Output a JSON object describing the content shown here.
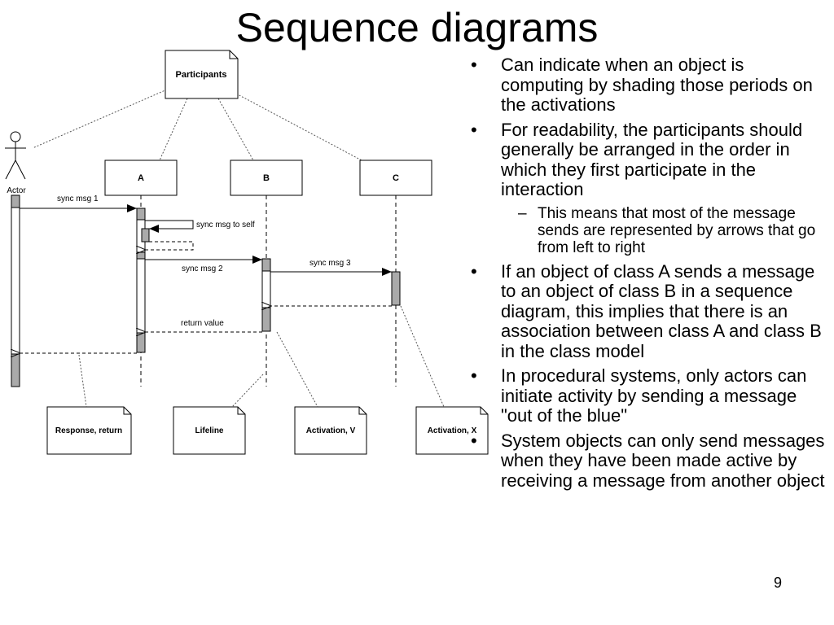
{
  "slide": {
    "title": "Sequence diagrams",
    "page_number": "9"
  },
  "diagram": {
    "participants_note": "Participants",
    "actor_label": "Actor",
    "objects": [
      "A",
      "B",
      "C"
    ],
    "messages": {
      "sync_msg_1": "sync msg 1",
      "sync_msg_to_self": "sync msg to self",
      "sync_msg_2": "sync msg 2",
      "sync_msg_3": "sync msg 3",
      "return_value": "return value"
    },
    "bottom_notes": [
      "Response, return",
      "Lifeline",
      "Activation, V",
      "Activation, X"
    ]
  },
  "bullets": [
    {
      "level": 1,
      "marker": "•",
      "text": "Can indicate when an object is computing by shading those periods on the activations"
    },
    {
      "level": 1,
      "marker": "•",
      "text": "For readability, the participants should generally be arranged in the order in which they first participate in the interaction"
    },
    {
      "level": 2,
      "marker": "–",
      "text": "This means that most of the message sends are represented by arrows that go from left to right"
    },
    {
      "level": 1,
      "marker": "•",
      "text": "If an object of class A sends a message to an object of class B in a sequence diagram, this implies that there is an association between class A and class B in the class model"
    },
    {
      "level": 1,
      "marker": "•",
      "text": "In procedural systems, only actors can initiate activity by sending a message \"out of the blue\""
    },
    {
      "level": 1,
      "marker": "•",
      "text": "System objects can only send messages when they have been made active by receiving a message from another object"
    }
  ]
}
